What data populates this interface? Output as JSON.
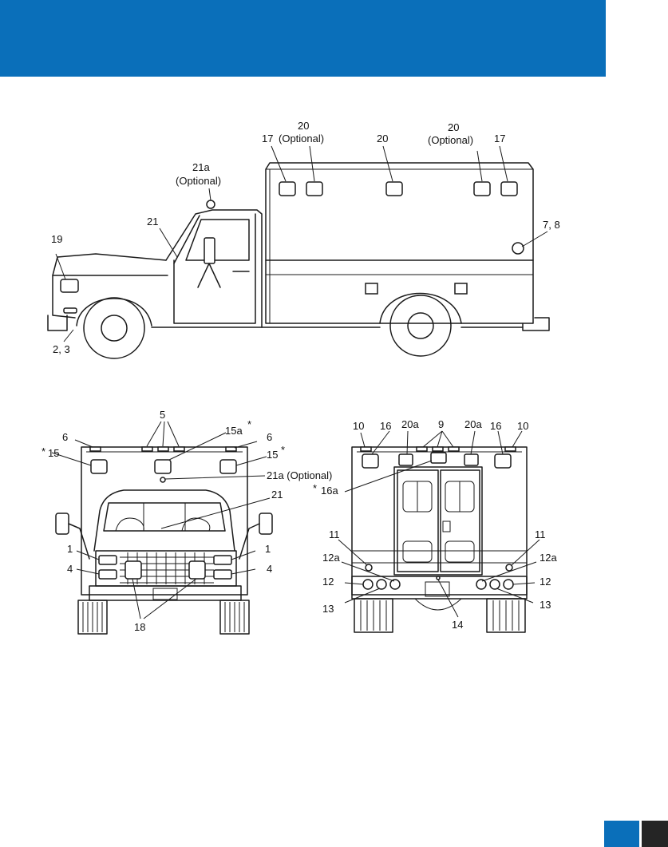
{
  "colors": {
    "banner": "#0a6fba",
    "tab_blue": "#0a6fba",
    "tab_dark": "#252525"
  },
  "side_labels": {
    "l17a": "17",
    "l20a_num": "20",
    "l20a_opt": "(Optional)",
    "l20b": "20",
    "l20c_num": "20",
    "l20c_opt": "(Optional)",
    "l17b": "17",
    "l21a_num": "21a",
    "l21a_opt": "(Optional)",
    "l21": "21",
    "l19": "19",
    "l78": "7, 8",
    "l23": "2, 3"
  },
  "front_labels": {
    "l5": "5",
    "l6a": "6",
    "l6b": "6",
    "l15a": "15a",
    "l15a_star": "*",
    "l15_left": "15",
    "l15_left_star": "*",
    "l15_right": "15",
    "l15_right_star": "*",
    "l21a": "21a (Optional)",
    "l21": "21",
    "l1a": "1",
    "l1b": "1",
    "l4a": "4",
    "l4b": "4",
    "l18": "18"
  },
  "rear_labels": {
    "l10a": "10",
    "l16a": "16",
    "l20a1": "20a",
    "l9": "9",
    "l20a2": "20a",
    "l16b": "16",
    "l10b": "10",
    "l16a_star": "*",
    "l16a_callout": "16a",
    "l11a": "11",
    "l11b": "11",
    "l12a1": "12a",
    "l12a2": "12a",
    "l12x": "12",
    "l12y": "12",
    "l13a": "13",
    "l13b": "13",
    "l14": "14"
  }
}
